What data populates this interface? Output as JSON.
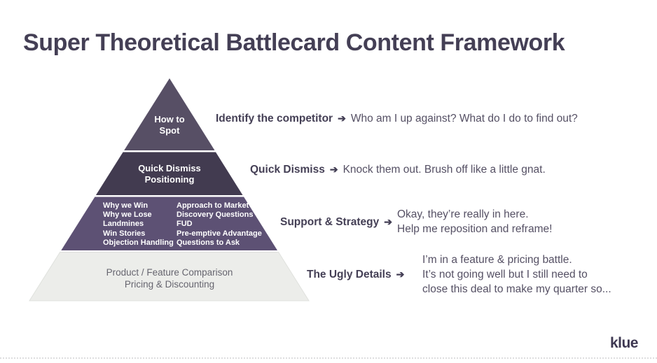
{
  "title": "Super Theoretical Battlecard Content Framework",
  "arrow_glyph": "➔",
  "pyramid": {
    "tiers": [
      {
        "name": "How to Spot",
        "color": "#574F65",
        "lines": [
          "How to",
          "Spot"
        ]
      },
      {
        "name": "Quick Dismiss Positioning",
        "color": "#423B50",
        "lines": [
          "Quick Dismiss",
          "Positioning"
        ]
      },
      {
        "name": "Support and Strategy content",
        "color": "#5D5174",
        "left": [
          "Why we Win",
          "Why we Lose",
          "Landmines",
          "Win Stories",
          "Objection Handling"
        ],
        "right": [
          "Approach to Market",
          "Discovery Questions",
          "FUD",
          "Pre-emptive Advantage",
          "Questions to Ask"
        ]
      },
      {
        "name": "The Ugly Details content",
        "color": "#ECEDEA",
        "border_color": "#DFE1DD",
        "lines": [
          "Product / Feature Comparison",
          "Pricing & Discounting"
        ]
      }
    ]
  },
  "annotations": [
    {
      "label": "Identify the competitor",
      "lines": [
        "Who am I up against? What do I do to find out?"
      ]
    },
    {
      "label": "Quick Dismiss",
      "lines": [
        "Knock them out. Brush off like a little gnat."
      ]
    },
    {
      "label": "Support & Strategy",
      "lines": [
        "Okay, they’re really in here.",
        "Help me reposition and reframe!"
      ]
    },
    {
      "label": "The Ugly Details",
      "lines": [
        "I’m in a feature & pricing battle.",
        "It’s not going well but I still need to",
        "close this deal to make my quarter so..."
      ]
    }
  ],
  "logo": {
    "text": "klue"
  }
}
